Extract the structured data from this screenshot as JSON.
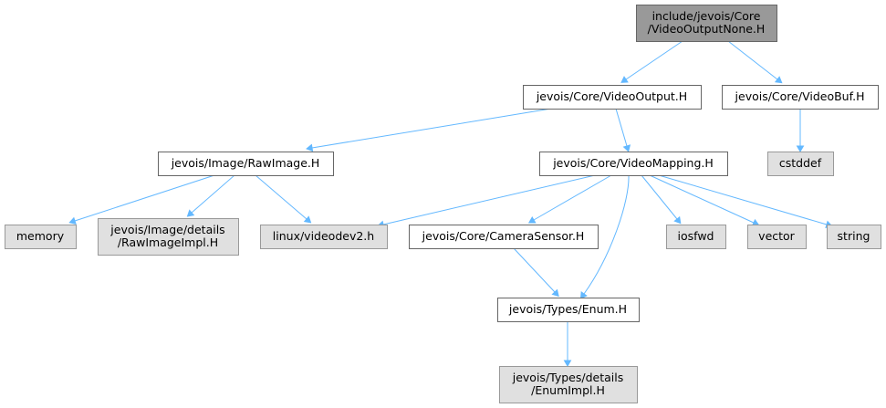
{
  "colors": {
    "root_fill": "#999999",
    "root_stroke": "#666666",
    "internal_fill": "#ffffff",
    "internal_stroke": "#666666",
    "external_fill": "#e0e0e0",
    "external_stroke": "#999999",
    "edge": "#63b8ff"
  },
  "nodes": [
    {
      "id": "root",
      "kind": "root",
      "lines": [
        "include/jevois/Core",
        "/VideoOutputNone.H"
      ]
    },
    {
      "id": "videooutput",
      "kind": "internal",
      "lines": [
        "jevois/Core/VideoOutput.H"
      ]
    },
    {
      "id": "videobuf",
      "kind": "internal",
      "lines": [
        "jevois/Core/VideoBuf.H"
      ]
    },
    {
      "id": "rawimage",
      "kind": "internal",
      "lines": [
        "jevois/Image/RawImage.H"
      ]
    },
    {
      "id": "videomapping",
      "kind": "internal",
      "lines": [
        "jevois/Core/VideoMapping.H"
      ]
    },
    {
      "id": "cstddef",
      "kind": "external",
      "lines": [
        "cstddef"
      ]
    },
    {
      "id": "memory",
      "kind": "external",
      "lines": [
        "memory"
      ]
    },
    {
      "id": "rawimageimpl",
      "kind": "external",
      "lines": [
        "jevois/Image/details",
        "/RawImageImpl.H"
      ]
    },
    {
      "id": "videodev2",
      "kind": "external",
      "lines": [
        "linux/videodev2.h"
      ]
    },
    {
      "id": "camerasensor",
      "kind": "internal",
      "lines": [
        "jevois/Core/CameraSensor.H"
      ]
    },
    {
      "id": "iosfwd",
      "kind": "external",
      "lines": [
        "iosfwd"
      ]
    },
    {
      "id": "vector",
      "kind": "external",
      "lines": [
        "vector"
      ]
    },
    {
      "id": "string",
      "kind": "external",
      "lines": [
        "string"
      ]
    },
    {
      "id": "enum",
      "kind": "internal",
      "lines": [
        "jevois/Types/Enum.H"
      ]
    },
    {
      "id": "enumimpl",
      "kind": "external",
      "lines": [
        "jevois/Types/details",
        "/EnumImpl.H"
      ]
    }
  ],
  "edges": [
    {
      "from": "root",
      "to": "videooutput"
    },
    {
      "from": "root",
      "to": "videobuf"
    },
    {
      "from": "videooutput",
      "to": "rawimage"
    },
    {
      "from": "videooutput",
      "to": "videomapping"
    },
    {
      "from": "videobuf",
      "to": "cstddef"
    },
    {
      "from": "rawimage",
      "to": "memory"
    },
    {
      "from": "rawimage",
      "to": "rawimageimpl"
    },
    {
      "from": "rawimage",
      "to": "videodev2"
    },
    {
      "from": "videomapping",
      "to": "videodev2"
    },
    {
      "from": "videomapping",
      "to": "camerasensor"
    },
    {
      "from": "videomapping",
      "to": "enum"
    },
    {
      "from": "videomapping",
      "to": "iosfwd"
    },
    {
      "from": "videomapping",
      "to": "vector"
    },
    {
      "from": "videomapping",
      "to": "string"
    },
    {
      "from": "camerasensor",
      "to": "enum"
    },
    {
      "from": "enum",
      "to": "enumimpl"
    }
  ]
}
